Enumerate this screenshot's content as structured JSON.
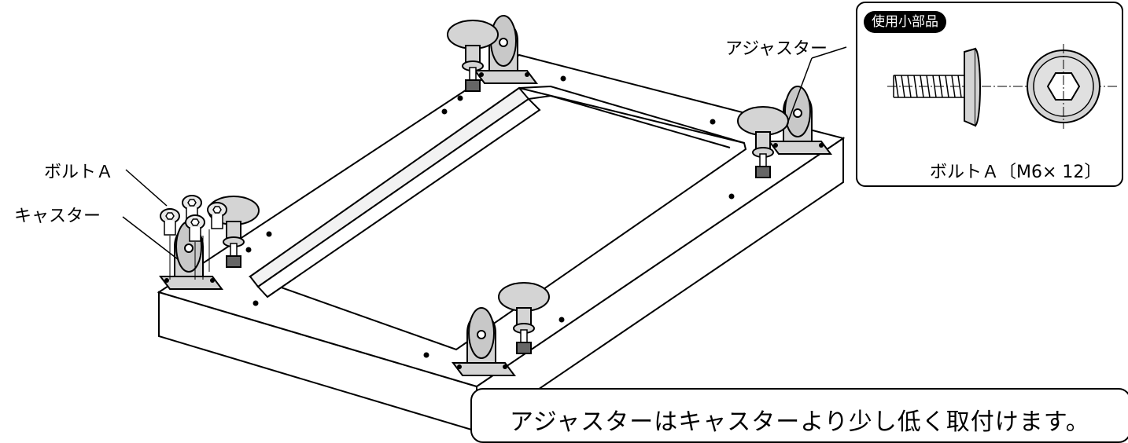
{
  "callouts": {
    "adjuster": "アジャスター",
    "bolt_a": "ボルトＡ",
    "caster": "キャスター"
  },
  "parts_box": {
    "badge": "使用小部品",
    "bolt_caption": "ボルトＡ〔M6× 12〕"
  },
  "note": "アジャスターはキャスターより少し低く取付けます。",
  "colors": {
    "line": "#000000",
    "part_fill": "#d4d4d4",
    "background": "#ffffff"
  }
}
